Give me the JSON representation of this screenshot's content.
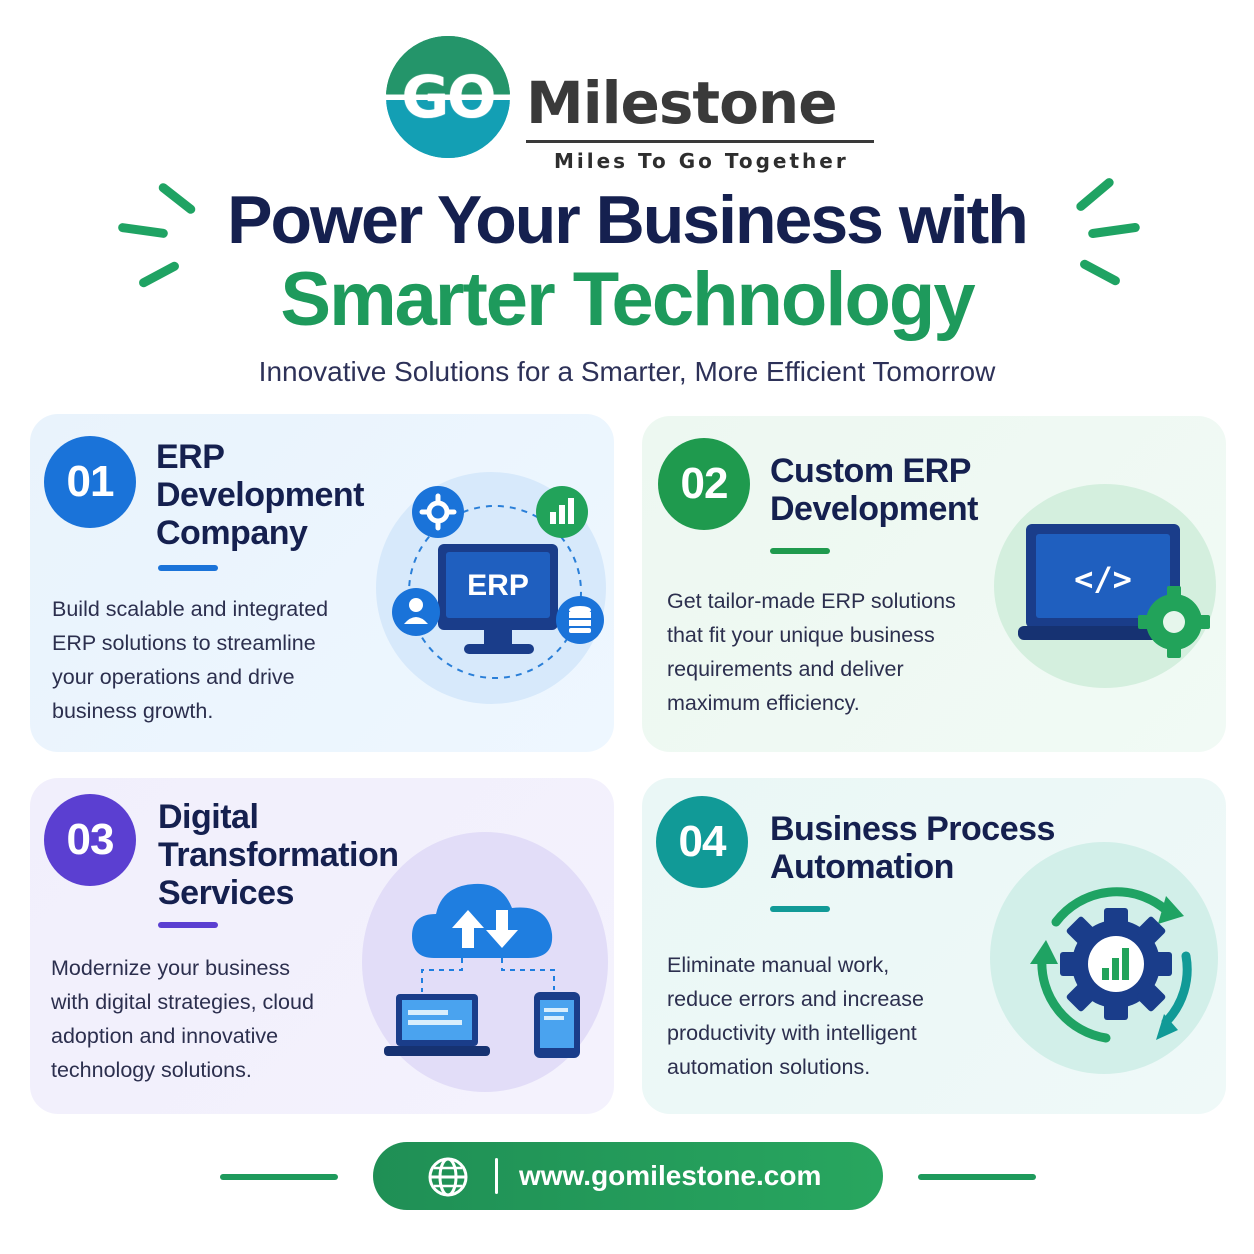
{
  "brand": {
    "logo_text": "GO",
    "name": "Milestone",
    "tagline": "Miles To Go Together"
  },
  "hero": {
    "title_line1": "Power Your Business with",
    "title_line2": "Smarter Technology",
    "subtitle": "Innovative Solutions for a Smarter, More Efficient Tomorrow"
  },
  "cards": [
    {
      "number": "01",
      "title": [
        "ERP",
        "Development",
        "Company"
      ],
      "description": [
        "Build scalable and integrated",
        "ERP solutions to streamline",
        "your operations and drive",
        "business growth."
      ],
      "accent": "#1a73d9",
      "illustration_label": "ERP",
      "icons": [
        "gear-icon",
        "bar-chart-icon",
        "user-icon",
        "database-icon",
        "monitor-icon"
      ]
    },
    {
      "number": "02",
      "title": [
        "Custom ERP",
        "Development"
      ],
      "description": [
        "Get tailor-made ERP solutions",
        "that fit your unique business",
        "requirements and deliver",
        "maximum efficiency."
      ],
      "accent": "#1f9a4e",
      "illustration_label": "</>",
      "icons": [
        "laptop-code-icon",
        "gear-icon"
      ]
    },
    {
      "number": "03",
      "title": [
        "Digital",
        "Transformation",
        "Services"
      ],
      "description": [
        "Modernize your business",
        "with digital strategies, cloud",
        "adoption and innovative",
        "technology solutions."
      ],
      "accent": "#5b3fd1",
      "icons": [
        "cloud-sync-icon",
        "laptop-icon",
        "tablet-icon"
      ]
    },
    {
      "number": "04",
      "title": [
        "Business Process",
        "Automation"
      ],
      "description": [
        "Eliminate manual work,",
        "reduce errors and increase",
        "productivity with intelligent",
        "automation solutions."
      ],
      "accent": "#119a97",
      "icons": [
        "gear-cycle-icon",
        "bar-chart-icon"
      ]
    }
  ],
  "footer": {
    "url": "www.gomilestone.com",
    "icon": "globe-icon"
  },
  "colors": {
    "navy": "#15204f",
    "green": "#1e9a5c",
    "blue": "#1a73d9",
    "purple": "#5b3fd1",
    "teal": "#119a97"
  }
}
